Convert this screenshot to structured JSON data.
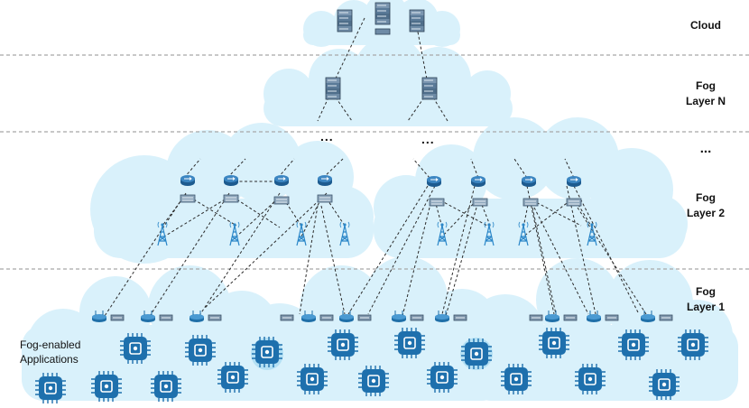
{
  "layers": {
    "cloud": "Cloud",
    "fog_n_line1": "Fog",
    "fog_n_line2": "Layer N",
    "between": "...",
    "fog_2_line1": "Fog",
    "fog_2_line2": "Layer 2",
    "fog_1_line1": "Fog",
    "fog_1_line2": "Layer 1"
  },
  "continuation_marks": [
    "...",
    "..."
  ],
  "applications": {
    "line1": "Fog-enabled",
    "line2": "Applications",
    "icons": [
      "smart-city-icon",
      "smart-grid-icon",
      "smart-finance-icon",
      "smart-camera-icon",
      "smart-bike-icon",
      "smart-parking-icon",
      "smart-retail-icon",
      "smart-car-icon",
      "smart-home-icon",
      "smart-information-icon",
      "smart-building-icon",
      "smart-agriculture-icon",
      "smart-lighting-icon",
      "smart-payment-icon",
      "smart-airport-icon",
      "smart-security-icon",
      "smart-water-icon",
      "smart-healthcare-icon",
      "wind-energy-icon"
    ]
  },
  "colors": {
    "cloud_fill": "#d9f1fb",
    "chip": "#1e70ad",
    "device": "#3b73a7",
    "tower": "#2a86c8",
    "divider": "#a8a8a8"
  }
}
